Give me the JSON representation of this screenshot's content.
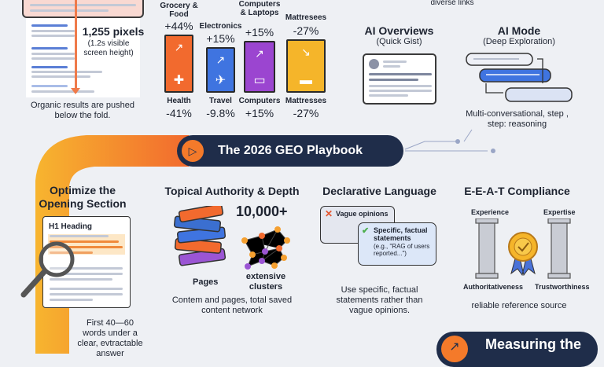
{
  "serp": {
    "pixels": "1,255 pixels",
    "pixels_note": "(1.2s visible screen height)",
    "caption": "Organic results are pushed below the fold."
  },
  "categories": [
    {
      "top_label": "Grocery & Food",
      "top_value": "+44%",
      "bottom_label": "Health",
      "bottom_value": "-41%",
      "color": "#f26a2e",
      "icon": "cross-icon"
    },
    {
      "top_label": "Electronics",
      "top_value": "+15%",
      "bottom_label": "Travel",
      "bottom_value": "-9.8%",
      "color": "#3f74e0",
      "icon": "airplane-icon"
    },
    {
      "top_label": "Computers & Laptops",
      "top_value": "+15%",
      "bottom_label": "Computers",
      "bottom_value": "+15%",
      "color": "#9b45d0",
      "icon": "laptop-icon"
    },
    {
      "top_label": "Mattresees",
      "top_value": "-27%",
      "bottom_label": "Mattresses",
      "bottom_value": "-27%",
      "color": "#f5b52a",
      "icon": "bed-icon"
    }
  ],
  "diverse_links": "diverse links",
  "ai_overviews": {
    "title": "AI Overviews",
    "subtitle": "(Quick Gist)"
  },
  "ai_mode": {
    "title": "AI Mode",
    "subtitle": "(Deep Exploration)",
    "caption": "Multi-conversational, step , step: reasoning"
  },
  "banner": {
    "title": "The 2026 GEO Playbook",
    "color": "#1f2d4a",
    "accent": "#f47a2a"
  },
  "opening": {
    "title": "Optimize the Opening Section",
    "doc_heading": "H1 Heading",
    "caption": "First 40—60 words under a clear, evtractable answer"
  },
  "topical": {
    "title": "Topical Authority & Depth",
    "count": "10,000+",
    "pages_label": "Pages",
    "clusters_label": "extensive clusters",
    "caption": "Contem and pages, total saved content network"
  },
  "declarative": {
    "title": "Declarative Language",
    "bad": "Vague opinions",
    "good_title": "Specific, factual statements",
    "good_example": "(e.g., \"RAG of users reported...\")",
    "caption": "Use specific, factual statements rather than vague opinions."
  },
  "eeat": {
    "title": "E-E-A-T Compliance",
    "experience": "Experience",
    "expertise": "Expertise",
    "authoritativeness": "Authoritativeness",
    "trustworthiness": "Trustworthiness",
    "caption": "reliable reference source"
  },
  "measuring": {
    "title": "Measuring the"
  }
}
